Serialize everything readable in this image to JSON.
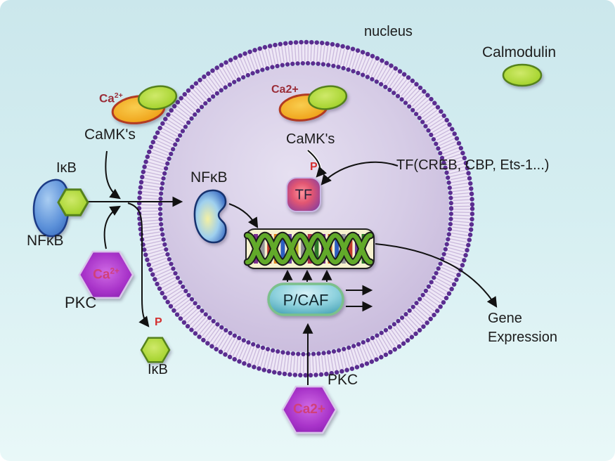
{
  "labels": {
    "nucleus": "nucleus",
    "calmodulin": "Calmodulin",
    "ca_outside_base": "Ca",
    "ca_outside_sup": "2+",
    "camks_outside": "CaMK's",
    "ca_inside": "Ca2+",
    "camks_inside": "CaMK's",
    "tf": "TF",
    "p_tf": "P",
    "tf_note": "TF(CREB, CBP, Ets-1...)",
    "ikb_complex": "IκB",
    "nfkb_outside": "NFκB",
    "nfkb_inside": "NFκB",
    "pkc_left": "PKC",
    "ca_hex_left_base": "Ca",
    "ca_hex_left_sup": "2+",
    "p_released": "P",
    "ikb_released": "IκB",
    "pcaf": "P/CAF",
    "gene_line1": "Gene",
    "gene_line2": "Expression",
    "pkc_bottom": "PKC",
    "ca_hex_bottom": "Ca2+"
  },
  "colors": {
    "background_top": "#cbe7ec",
    "background_bottom": "#e9f8f8",
    "membrane_bead": "#5b2d90",
    "membrane_band": "#eee7f6",
    "membrane_tails": "#c7b6da",
    "nucleus_center": "#e0d9ed",
    "nucleus_edge": "#c2b3d7",
    "calmodulin_green": "#a6d42f",
    "calcium_orange": "#f0a51d",
    "pkc_hexagon_purple": "#a833c9",
    "nfkb_blue": "#5a8fd8",
    "tf_red": "#e25672",
    "pcaf_teal": "#2f93a8",
    "phosphate_text_red": "#d32f2f",
    "calcium_text_darkred": "#9a2d38",
    "hexagon_calcium_text": "#d0407a",
    "arrow_black": "#111111"
  },
  "dna": {
    "bar_colors": [
      "#7b2d8e",
      "#97979a",
      "#c23b2a",
      "#e08a20",
      "#2f5fc0",
      "#6a3fa0",
      "#b8b22a",
      "#8a8a8e",
      "#b03050",
      "#2f7a2a",
      "#7b2d8e",
      "#d2691e",
      "#2f5fc0",
      "#97979a",
      "#c23b2a",
      "#6a3fa0",
      "#2f7a2a"
    ]
  }
}
